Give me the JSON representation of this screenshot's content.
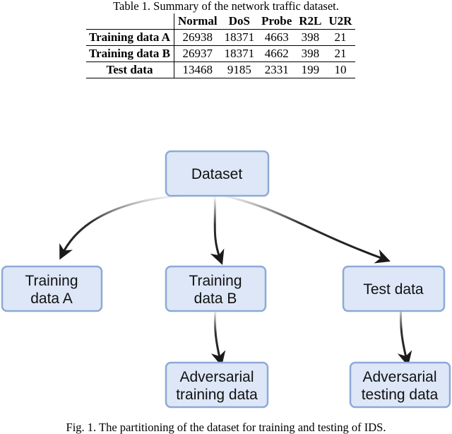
{
  "table": {
    "caption": "Table 1. Summary of the network traffic dataset.",
    "columns": [
      "",
      "Normal",
      "DoS",
      "Probe",
      "R2L",
      "U2R"
    ],
    "rows": [
      {
        "label": "Training data A",
        "values": [
          "26938",
          "18371",
          "4663",
          "398",
          "21"
        ]
      },
      {
        "label": "Training data B",
        "values": [
          "26937",
          "18371",
          "4662",
          "398",
          "21"
        ]
      },
      {
        "label": "Test data",
        "values": [
          "13468",
          "9185",
          "2331",
          "199",
          "10"
        ]
      }
    ]
  },
  "flowchart": {
    "nodes": {
      "dataset": [
        "Dataset"
      ],
      "training_a": [
        "Training",
        "data A"
      ],
      "training_b": [
        "Training",
        "data B"
      ],
      "test": [
        "Test data"
      ],
      "adv_training": [
        "Adversarial",
        "training data"
      ],
      "adv_testing": [
        "Adversarial",
        "testing data"
      ]
    },
    "colors": {
      "box_fill": "#dde7f7",
      "box_stroke": "#8ea9d6",
      "arrow": "#1a1a1a"
    }
  },
  "figure": {
    "caption": "Fig. 1. The partitioning of the dataset for training and testing of IDS."
  }
}
